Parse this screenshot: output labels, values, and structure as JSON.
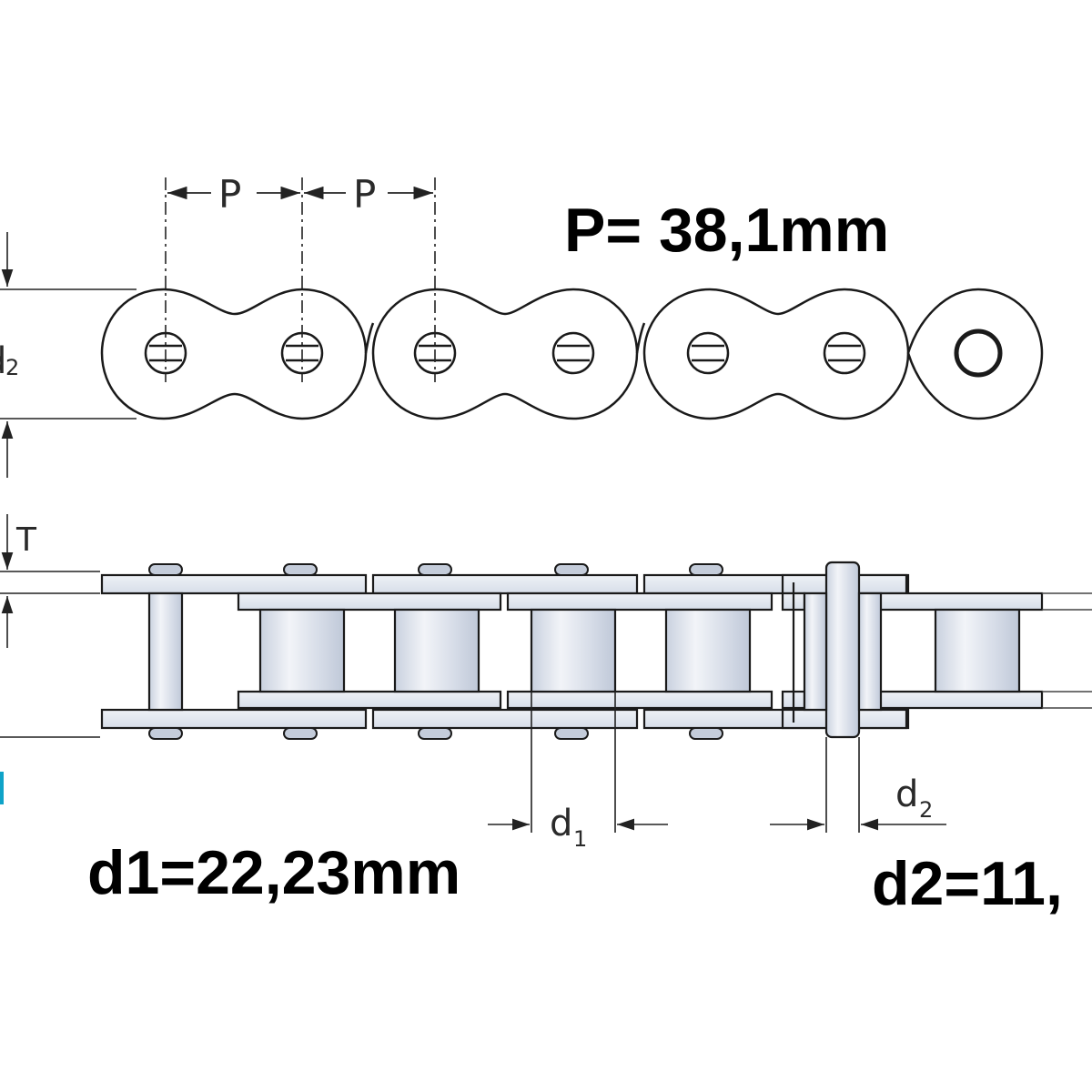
{
  "diagram": {
    "pitch_value_text": "P= 38,1mm",
    "d1_value_text": "d1=22,23mm",
    "d2_value_text": "d2=11,",
    "dim_pitch_symbol": "P",
    "dim_thickness_symbol": "T",
    "dim_roller_symbol": "d",
    "dim_roller_subscript": "1",
    "dim_pin_symbol": "d",
    "dim_pin_subscript": "2",
    "dim_height_partial": "d",
    "dim_height_subscript": "2",
    "colors": {
      "outline": "#1a1a1a",
      "plate_fill": "#e6ebf3",
      "roller_fill": "#d4dbe7",
      "roller_highlight": "#f4f6fa",
      "cyan_accent": "#0fa3c8"
    }
  }
}
